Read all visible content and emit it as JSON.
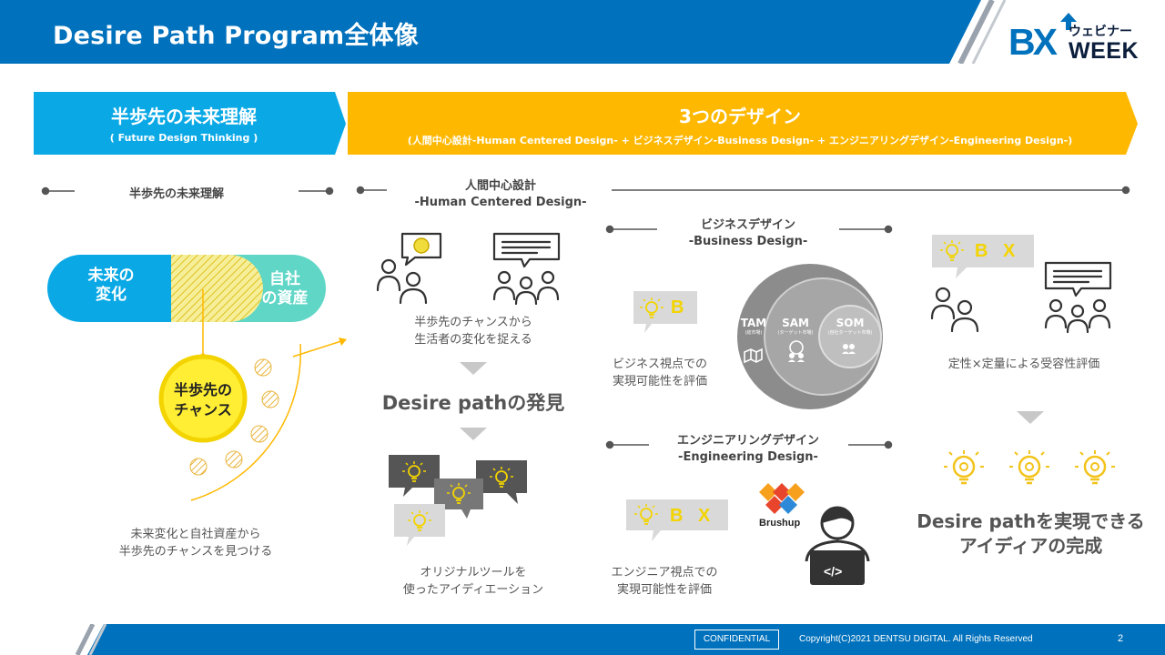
{
  "header": {
    "title": "Desire Path Program全体像",
    "logo_bx": "BX",
    "logo_jp": "ウェビナー",
    "logo_week": "WEEK"
  },
  "left_banner": {
    "title": "半歩先の未来理解",
    "subtitle": "( Future Design Thinking )"
  },
  "right_banner": {
    "title": "3つのデザイン",
    "subtitle": "(人間中心設計-Human Centered Design- + ビジネスデザイン-Business Design- + エンジニアリングデザイン-Engineering Design-)"
  },
  "future": {
    "section_label": "半歩先の未来理解",
    "pill_left": [
      "未来の",
      "変化"
    ],
    "pill_right": [
      "自社",
      "の資産"
    ],
    "chance": [
      "半歩先の",
      "チャンス"
    ],
    "caption": [
      "未来変化と自社資産から",
      "半歩先のチャンスを見つける"
    ]
  },
  "hcd": {
    "label_jp": "人間中心設計",
    "label_en": "-Human Centered Design-",
    "caption1": [
      "半歩先のチャンスから",
      "生活者の変化を捉える"
    ],
    "discovery": "Desire pathの発見",
    "caption2": [
      "オリジナルツールを",
      "使ったアイディエーション"
    ]
  },
  "business": {
    "label_jp": "ビジネスデザイン",
    "label_en": "-Business Design-",
    "bubble_letter": "B",
    "caption": [
      "ビジネス視点での",
      "実現可能性を評価"
    ],
    "tam": "TAM",
    "tam_sub": "(総市場)",
    "sam": "SAM",
    "sam_sub": "(ターゲット市場)",
    "som": "SOM",
    "som_sub": "(自社ターゲット市場)"
  },
  "engineering": {
    "label_jp": "エンジニアリングデザイン",
    "label_en": "-Engineering Design-",
    "bubble_letters": [
      "B",
      "X"
    ],
    "brushup": "Brushup",
    "code": "</>",
    "caption": [
      "エンジニア視点での",
      "実現可能性を評価"
    ]
  },
  "evaluation": {
    "bubble_letters": [
      "B",
      "X"
    ],
    "caption": "定性×定量による受容性評価",
    "result": [
      "Desire pathを実現できる",
      "アイディアの完成"
    ]
  },
  "footer": {
    "confidential": "CONFIDENTIAL",
    "copyright": "Copyright(C)2021 DENTSU DIGITAL. All Rights Reserved",
    "page": "2"
  },
  "colors": {
    "header_blue": "#0071bc",
    "banner_cyan": "#0aa9e6",
    "banner_gold": "#ffb800",
    "pill_blue": "#0aa9e6",
    "pill_teal": "#5fd6c6",
    "chance_yellow": "#ffee33",
    "bulb_gold": "#f3c31b",
    "bubble_gray": "#d9d9d9"
  }
}
